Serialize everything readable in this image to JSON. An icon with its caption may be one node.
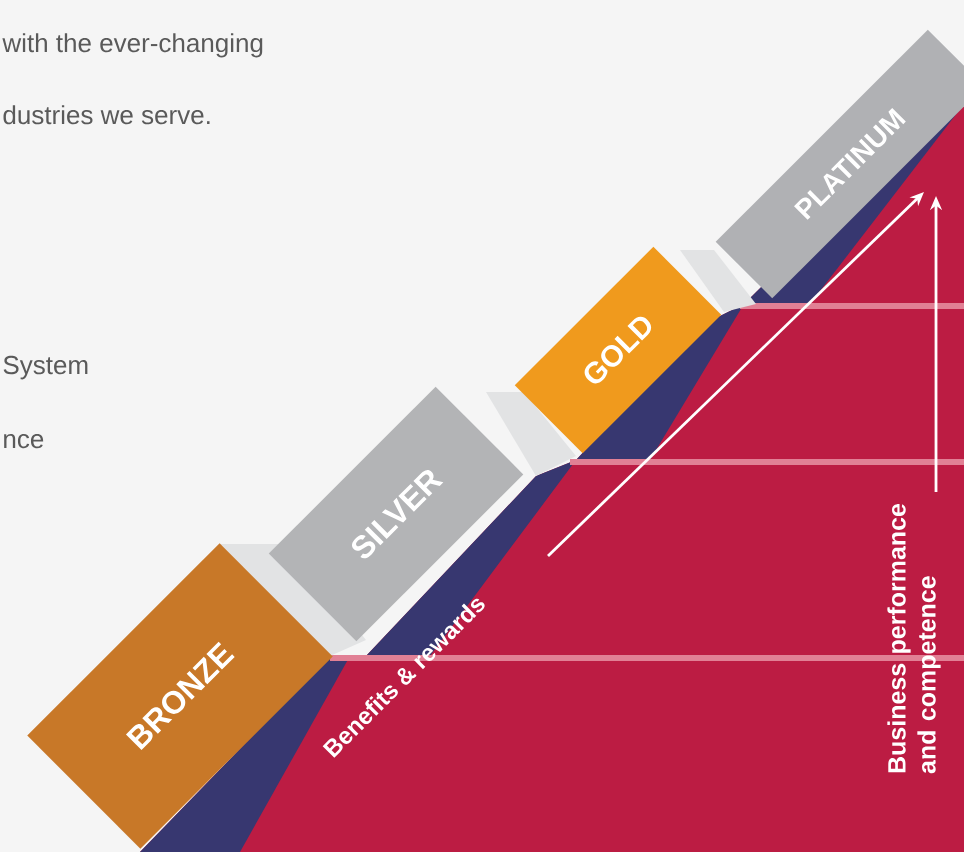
{
  "diagram": {
    "nodes": [
      {
        "text": [
          "BRONZE"
        ]
      },
      {
        "text": [
          "SILVER"
        ]
      },
      {
        "text": [
          "GOLD"
        ]
      },
      {
        "text": [
          "PLATINUM"
        ]
      }
    ],
    "labels": [
      "with the ever-changing",
      "dustries we serve.",
      "System",
      "nce",
      "Benefits & rewards",
      "Business performance and competence"
    ]
  }
}
